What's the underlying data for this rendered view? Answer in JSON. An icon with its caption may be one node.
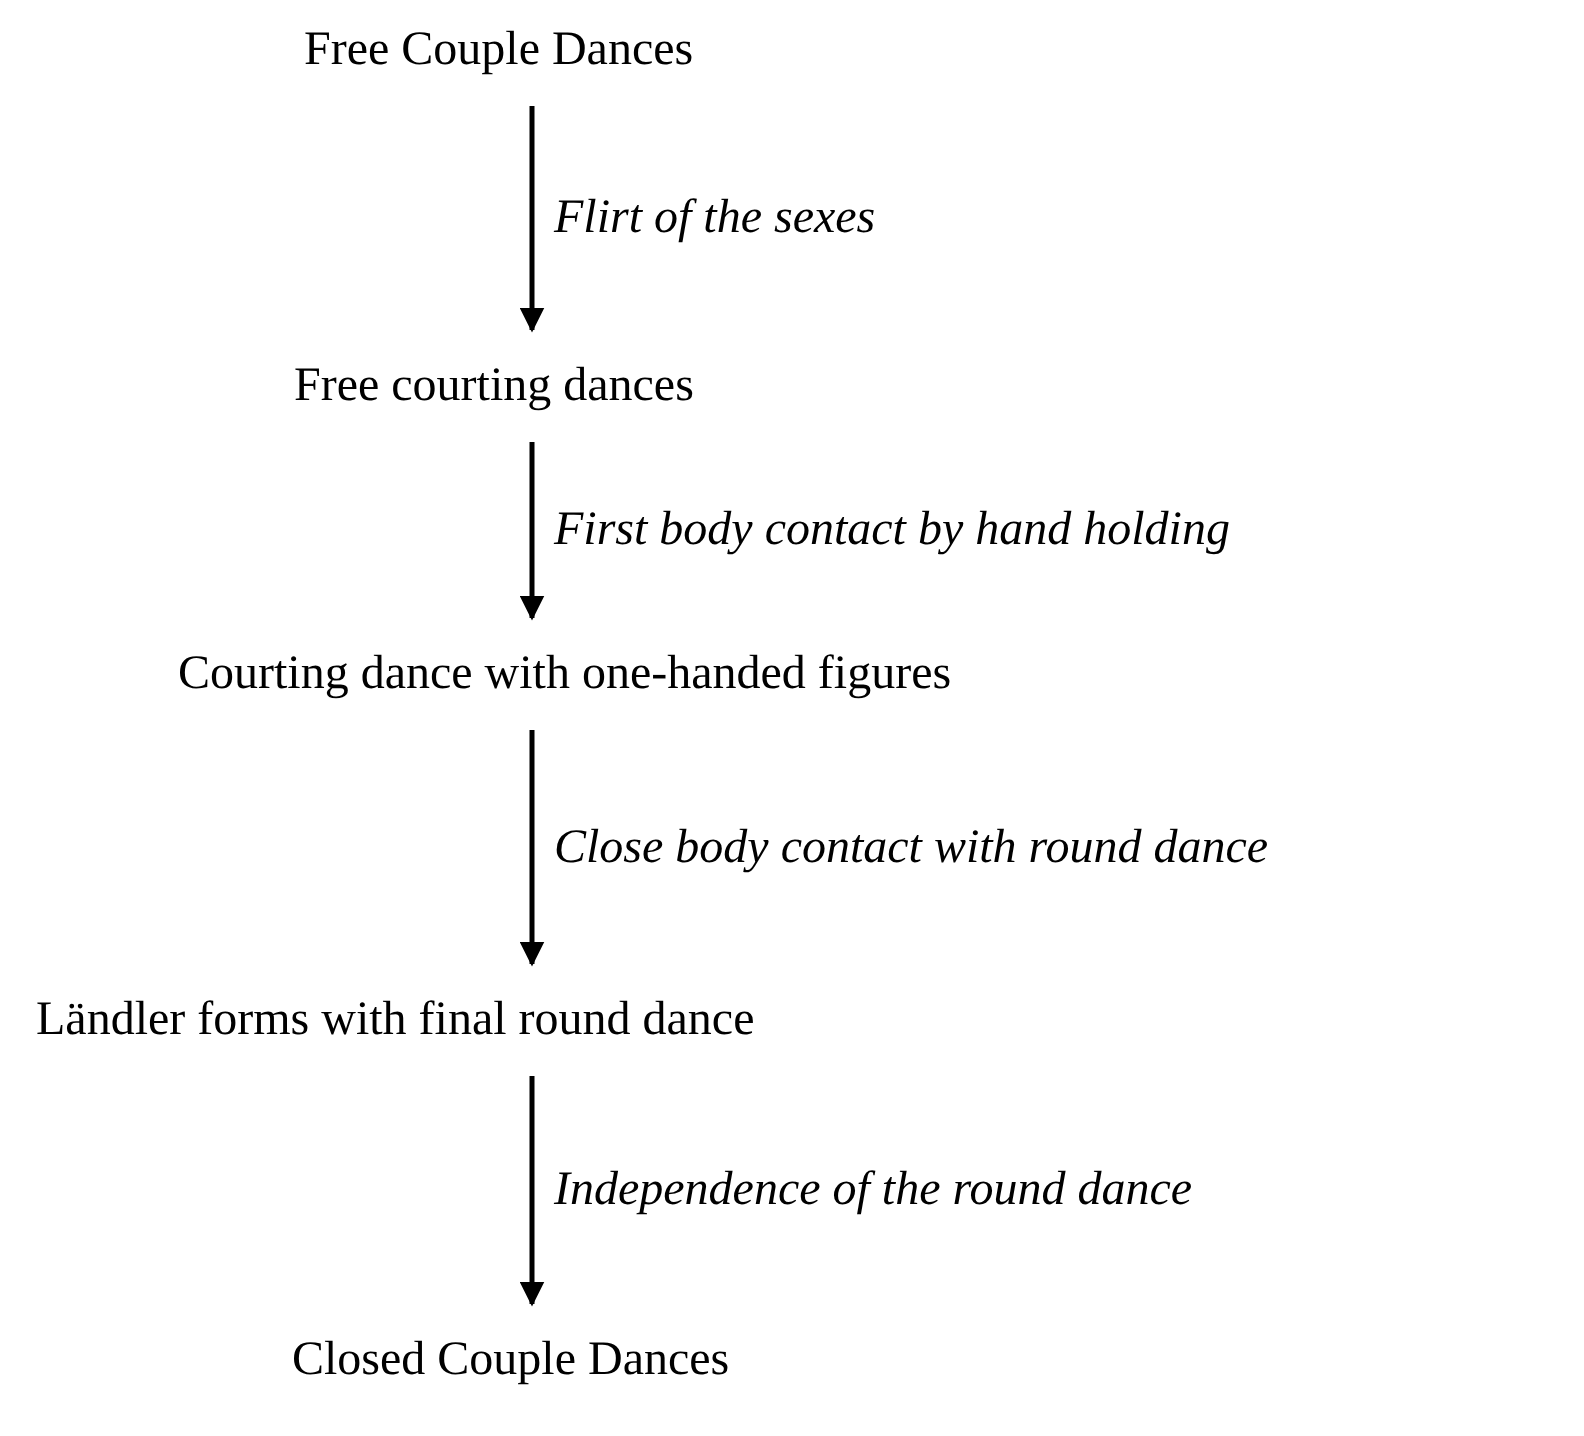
{
  "diagram": {
    "nodes": [
      {
        "text": [
          "Free Couple Dances"
        ]
      },
      {
        "text": [
          "Free courting dances"
        ]
      },
      {
        "text": [
          "Courting dance with one-handed figures"
        ]
      },
      {
        "text": [
          "Ländler forms with final round dance"
        ]
      },
      {
        "text": [
          "Closed Couple Dances"
        ]
      }
    ],
    "edges": [
      {
        "from": 0,
        "to": 1,
        "arrow": "to",
        "label": "Flirt of the sexes"
      },
      {
        "from": 1,
        "to": 2,
        "arrow": "to",
        "label": "First body contact by hand holding"
      },
      {
        "from": 2,
        "to": 3,
        "arrow": "to",
        "label": "Close body contact with round dance"
      },
      {
        "from": 3,
        "to": 4,
        "arrow": "to",
        "label": "Independence of the round dance"
      }
    ]
  }
}
